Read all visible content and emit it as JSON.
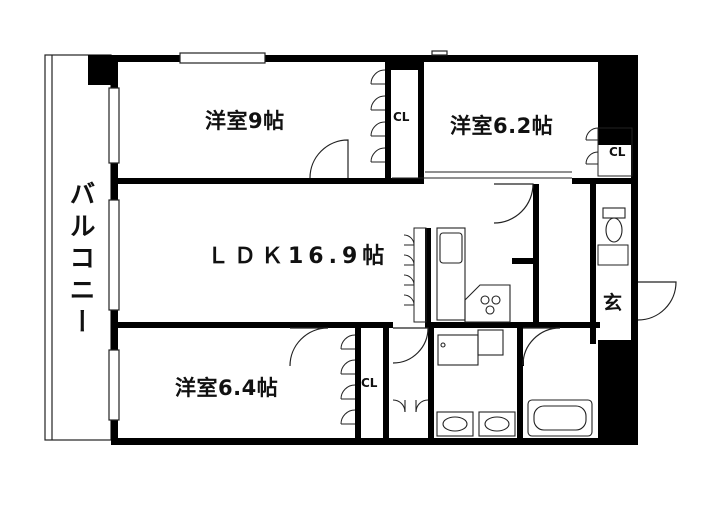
{
  "rooms": {
    "western_9": "洋室9帖",
    "western_62": "洋室6.2帖",
    "western_64": "洋室6.4帖",
    "ldk": "ＬＤＫ16.9帖",
    "balcony": "バルコニー",
    "entrance": "玄"
  },
  "closets": {
    "cl_9": "CL",
    "cl_62": "CL",
    "cl_64": "CL"
  },
  "colors": {
    "wall": "#000000",
    "line": "#333333",
    "background": "#ffffff"
  }
}
